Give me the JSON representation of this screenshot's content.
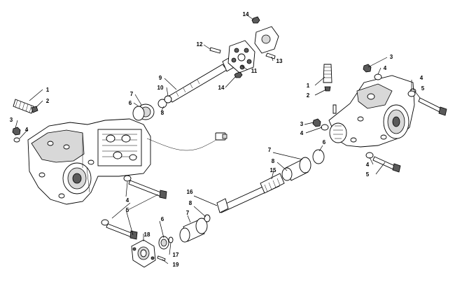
{
  "callouts": [
    {
      "label": "1"
    },
    {
      "label": "2"
    },
    {
      "label": "3"
    },
    {
      "label": "4"
    },
    {
      "label": "1"
    },
    {
      "label": "2"
    },
    {
      "label": "3"
    },
    {
      "label": "4"
    },
    {
      "label": "4"
    },
    {
      "label": "5"
    },
    {
      "label": "3"
    },
    {
      "label": "4"
    },
    {
      "label": "6"
    },
    {
      "label": "7"
    },
    {
      "label": "8"
    },
    {
      "label": "9"
    },
    {
      "label": "10"
    },
    {
      "label": "12"
    },
    {
      "label": "11"
    },
    {
      "label": "13"
    },
    {
      "label": "14"
    },
    {
      "label": "14"
    },
    {
      "label": "7"
    },
    {
      "label": "8"
    },
    {
      "label": "6"
    },
    {
      "label": "15"
    },
    {
      "label": "4"
    },
    {
      "label": "5"
    },
    {
      "label": "4"
    },
    {
      "label": "5"
    },
    {
      "label": "16"
    },
    {
      "label": "8"
    },
    {
      "label": "7"
    },
    {
      "label": "6"
    },
    {
      "label": "18"
    },
    {
      "label": "17"
    },
    {
      "label": "19"
    }
  ]
}
